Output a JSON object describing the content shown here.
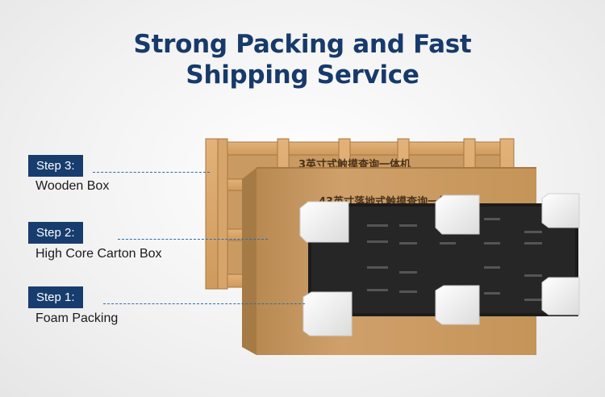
{
  "title": {
    "line1": "Strong Packing and Fast",
    "line2": "Shipping Service"
  },
  "steps": [
    {
      "badge": "Step 3:",
      "label": "Wooden Box"
    },
    {
      "badge": "Step 2:",
      "label": "High Core Carton Box"
    },
    {
      "badge": "Step 1:",
      "label": "Foam Packing"
    }
  ],
  "illustration": {
    "crate_stencil": "3英寸式触摸查询一体机",
    "carton_stencil": "43英寸落地式触摸查询一体机"
  },
  "colors": {
    "title": "#173a6b",
    "badge": "#173d6e",
    "wood": "#d9a766",
    "carton": "#c79a5c",
    "foam": "#f4f4f4",
    "screen": "#1c1c1c"
  }
}
